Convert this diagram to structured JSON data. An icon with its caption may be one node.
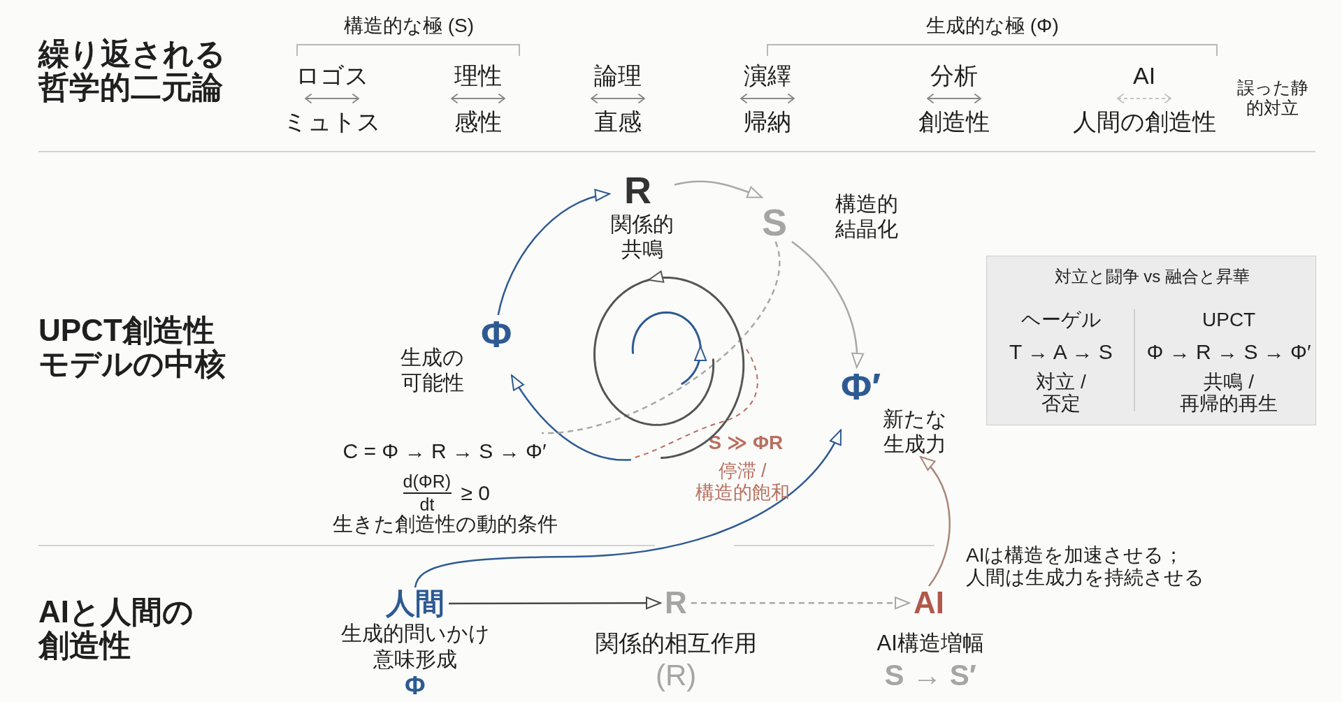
{
  "diagram": {
    "nodes": [
      {
        "text": [
          "R",
          "関係的共鳴"
        ]
      },
      {
        "text": [
          "S",
          "構造的結晶化"
        ]
      },
      {
        "text": [
          "対立と闘争 vs 融合と昇華",
          "ヘーゲル",
          "UPCT",
          "T → A → S",
          "Φ → R → S → Φ′",
          "対立 / 否定",
          "共鳴 / 再帰的再生"
        ]
      },
      {
        "text": [],
        "shape": "spiral"
      },
      {
        "text": [
          "Φ",
          "生成の可能性"
        ]
      },
      {
        "text": [
          "Φ′",
          "新たな生成力"
        ]
      },
      {
        "text": [
          "人間"
        ],
        "beside": [
          "生成的問いかけ",
          "意味形成",
          "Φ"
        ]
      },
      {
        "text": [
          "R"
        ],
        "beside": [
          "関係的相互作用",
          "(R)"
        ]
      },
      {
        "text": [
          "AI"
        ],
        "beside": [
          "AI構造増幅",
          "S → S′"
        ]
      }
    ],
    "edges": [
      {
        "from": 4,
        "to": 0,
        "arrow": "to",
        "color": "#2d5a92"
      },
      {
        "from": 0,
        "to": 1,
        "arrow": "to"
      },
      {
        "from": 1,
        "to": 5,
        "arrow": "to"
      },
      {
        "from": 3,
        "to": 4,
        "arrow": "to",
        "color": "#2d5a92"
      },
      {
        "from": 1,
        "to": null,
        "arrow": "none",
        "style": "dashed"
      },
      {
        "from": 6,
        "to": 7,
        "arrow": "to",
        "color": "#4a4a4a"
      },
      {
        "from": 7,
        "to": 8,
        "arrow": "to",
        "style": "dashed"
      },
      {
        "from": 6,
        "to": 5,
        "arrow": "to",
        "color": "#2d5a92"
      },
      {
        "from": 8,
        "to": 5,
        "arrow": "to",
        "color": "#a98679"
      }
    ],
    "labels": [
      "繰り返される哲学的二元論",
      "構造的な極 (S)",
      "生成的な極 (Φ)",
      "ロゴス",
      "ミュトス",
      "理性",
      "感性",
      "論理",
      "直感",
      "演繹",
      "帰納",
      "分析",
      "創造性",
      "AI",
      "人間の創造性",
      "誤った静的対立",
      "UPCT創造性モデルの中核",
      "S ≫ ΦR",
      "停滞 / 構造的飽和",
      "C = Φ → R → S → Φ′",
      "d(ΦR)",
      "dt",
      "≥ 0",
      "生きた創造性の動的条件",
      "AIは構造を加速させる；人間は生成力を持続させる",
      "AIと人間の創造性"
    ]
  }
}
